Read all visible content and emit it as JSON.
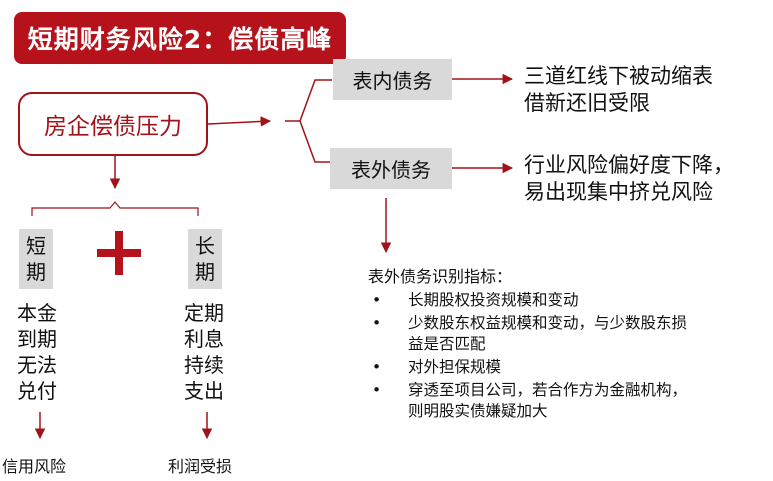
{
  "title": "短期财务风险2：偿债高峰",
  "main_node": "房企偿债压力",
  "branches": {
    "on_balance": {
      "label": "表内债务",
      "result_lines": [
        "三道红线下被动缩表",
        "借新还旧受限"
      ]
    },
    "off_balance": {
      "label": "表外债务",
      "result_lines": [
        "行业风险偏好度下降，",
        "易出现集中挤兑风险"
      ]
    }
  },
  "short_term": {
    "label": [
      "短",
      "期"
    ],
    "items": [
      "本金",
      "到期",
      "无法",
      "兑付"
    ],
    "outcome": "信用风险"
  },
  "long_term": {
    "label": [
      "长",
      "期"
    ],
    "items": [
      "定期",
      "利息",
      "持续",
      "支出"
    ],
    "outcome": "利润受损"
  },
  "plus_symbol": "+",
  "indicators": {
    "heading": "表外债务识别指标：",
    "bullet": "•",
    "items": [
      [
        "长期股权投资规模和变动"
      ],
      [
        "少数股东权益规模和变动，与少数股东损",
        "益是否匹配"
      ],
      [
        "对外担保规模"
      ],
      [
        "穿透至项目公司，若合作方为金融机构，",
        "则明股实债嫌疑加大"
      ]
    ]
  },
  "colors": {
    "accent": "#b5121b",
    "box_gray": "#d9d9d9"
  }
}
